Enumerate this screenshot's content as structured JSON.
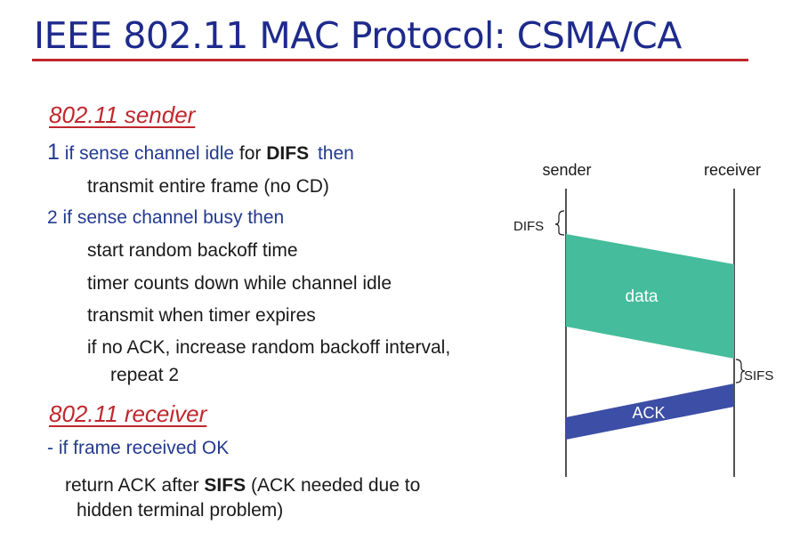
{
  "slide": {
    "title": "IEEE 802.11 MAC Protocol: CSMA/CA",
    "sender": {
      "heading": "802.11 sender",
      "rule1": {
        "num": "1",
        "cond": "if sense channel idle",
        "for": "for",
        "difs": "DIFS",
        "then": "then"
      },
      "rule1_action": "transmit entire frame (no CD)",
      "rule2": "2 if sense channel busy then",
      "rule2_steps": [
        "start random backoff time",
        "timer counts down while channel idle",
        "transmit when timer expires",
        "if no ACK, increase random backoff interval,"
      ],
      "rule2_tail": "repeat 2"
    },
    "receiver": {
      "heading": "802.11 receiver",
      "cond": "- if frame received OK",
      "ret_a": "return ACK after",
      "sifs": "SIFS",
      "ret_b": "(ACK needed due to",
      "ret_c": "hidden terminal problem)"
    }
  },
  "diagram": {
    "sender_label": "sender",
    "receiver_label": "receiver",
    "difs_label": "DIFS",
    "sifs_label": "SIFS",
    "data_label": "data",
    "ack_label": "ACK",
    "colors": {
      "data": "#45bc9c",
      "ack": "#3c4ea5",
      "line": "#1a1a1a"
    }
  }
}
